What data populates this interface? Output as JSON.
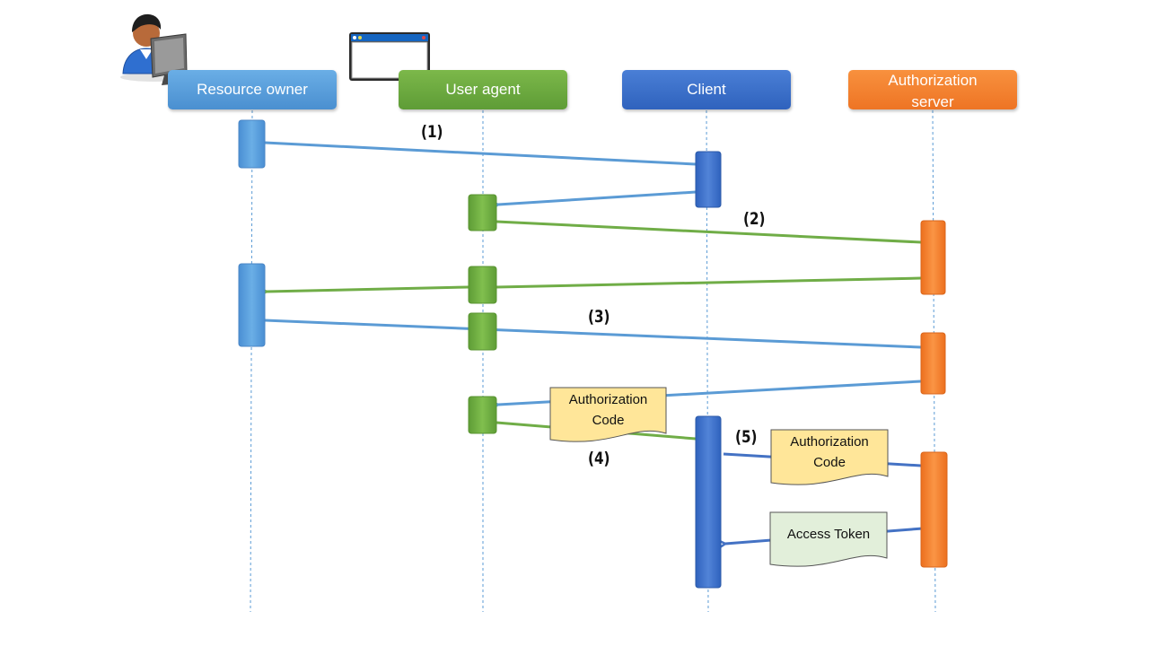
{
  "participants": {
    "resource_owner": "Resource owner",
    "user_agent": "User agent",
    "client": "Client",
    "authorization_server": "Authorization server"
  },
  "steps": {
    "s1": "(1)",
    "s2": "(2)",
    "s3": "(3)",
    "s4": "(4)",
    "s5": "(5)"
  },
  "notes": {
    "auth_code_1": "Authorization Code",
    "auth_code_2": "Authorization Code",
    "access_token": "Access Token"
  },
  "icons": {
    "resource_owner": "user-at-computer-icon",
    "user_agent": "browser-window-icon"
  },
  "colors": {
    "resource_owner": "#5b9bd5",
    "user_agent": "#70ad47",
    "client": "#4472c4",
    "authorization_server": "#f58025",
    "note_yellow": "#ffe699",
    "note_green": "#e2efda"
  }
}
